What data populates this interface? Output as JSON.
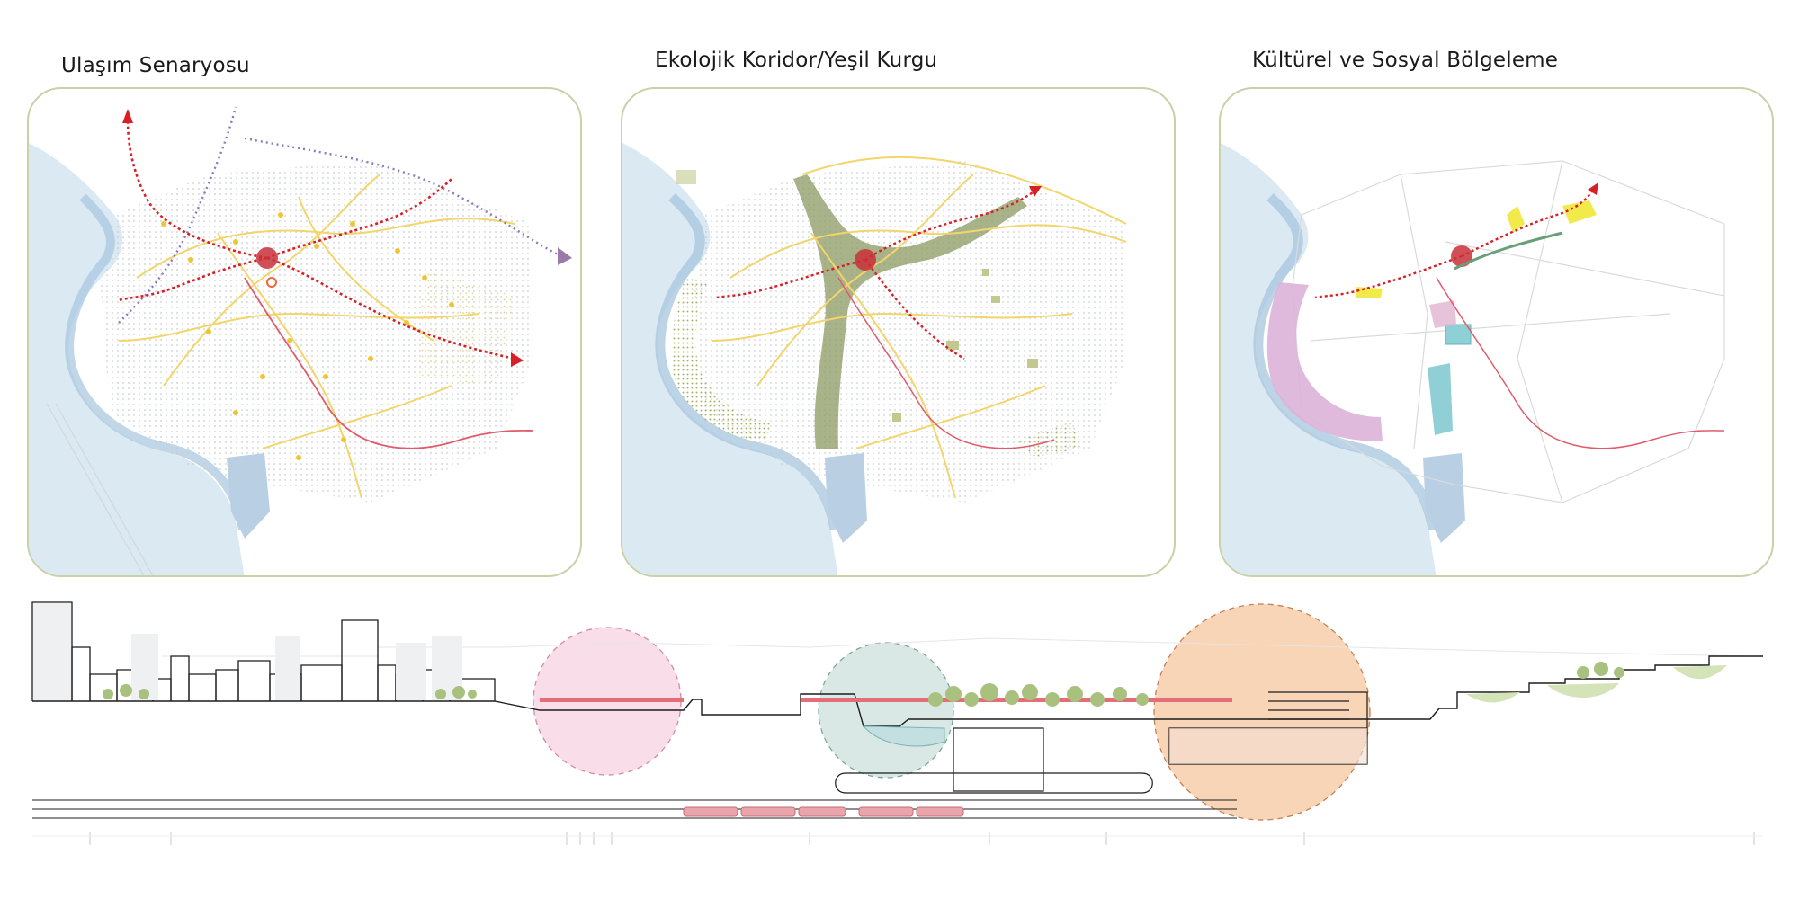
{
  "panels": [
    {
      "title": "Ulaşım Senaryosu",
      "accent": "#e8222a"
    },
    {
      "title": "Ekolojik Koridor/Yeşil Kurgu",
      "accent": "#8aa055"
    },
    {
      "title": "Kültürel ve Sosyal Bölgeleme",
      "accent": "#d49ac9"
    }
  ],
  "colors": {
    "border": "#c8d1a7",
    "water": "#c9dfee",
    "road": "#f3cf63",
    "route": "#d91f26",
    "rail": "#e05a6a",
    "green": "#b9c07a",
    "culture": "#dcb2d8",
    "cyan": "#7cc7cf",
    "yellow": "#f2e94a",
    "circle_pink": "#f9dde8",
    "circle_teal": "#d9e8e4",
    "circle_orange": "#f9d5b8"
  }
}
